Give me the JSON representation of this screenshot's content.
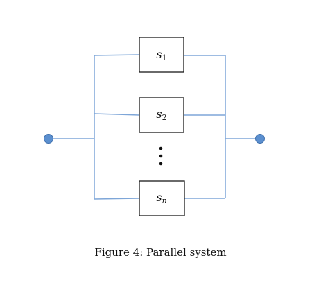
{
  "diagram": {
    "components": [
      {
        "symbol": "s",
        "subscript": "1"
      },
      {
        "symbol": "s",
        "subscript": "2"
      },
      {
        "symbol": "s",
        "subscript": "n"
      }
    ],
    "ellipsis": "vertical-dots"
  },
  "caption": "Figure 4: Parallel system",
  "colors": {
    "wire": "#7ea6d8",
    "terminal": "#5b8fcf",
    "box_border": "#1a1a1a"
  }
}
